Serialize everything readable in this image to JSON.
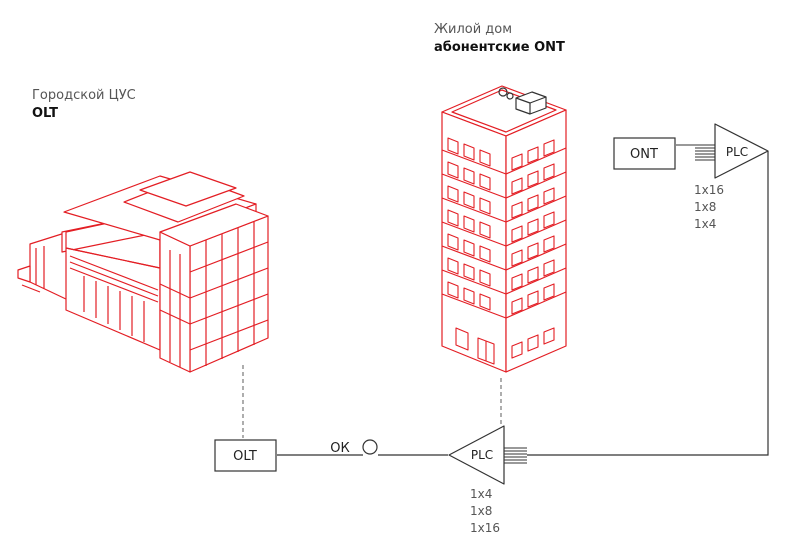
{
  "colors": {
    "accent": "#e31e24",
    "line": "#333333",
    "dash": "#777777"
  },
  "labels": {
    "city_center": {
      "line1": "Городской ЦУС",
      "line2": "OLT"
    },
    "residential": {
      "line1": "Жилой дом",
      "line2": "абонентские ONT"
    }
  },
  "boxes": {
    "olt": "OLT",
    "ont": "ONT"
  },
  "splitters": {
    "lower": {
      "label": "PLC",
      "ratios": [
        "1x4",
        "1x8",
        "1x16"
      ]
    },
    "upper": {
      "label": "PLC",
      "ratios": [
        "1x16",
        "1x8",
        "1x4"
      ]
    }
  },
  "coupler": {
    "label": "ОК"
  },
  "icons": [
    "office-building-icon",
    "residential-tower-icon",
    "splitter-icon",
    "coupler-icon"
  ]
}
